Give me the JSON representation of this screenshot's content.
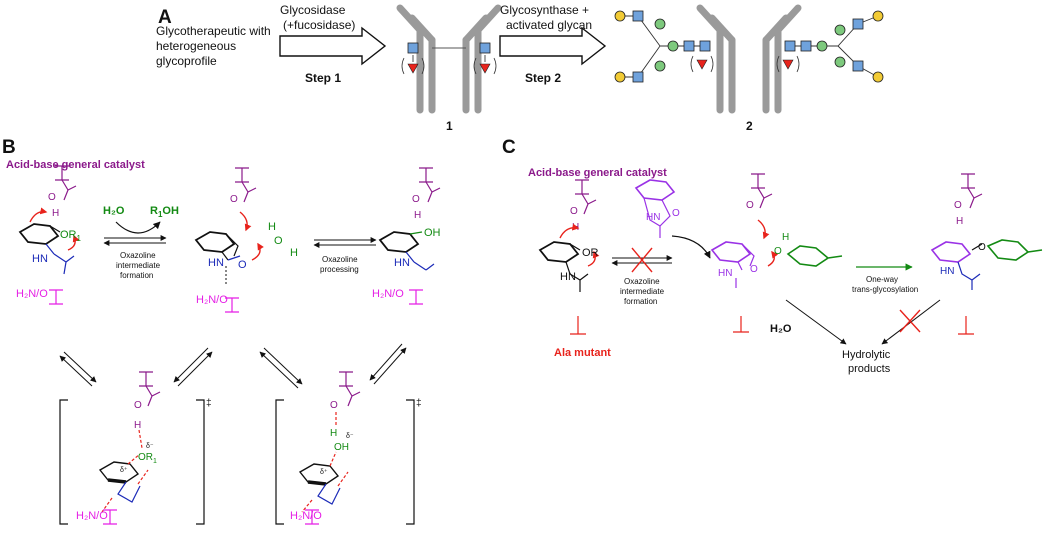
{
  "panel_labels": {
    "a": "A",
    "b": "B",
    "c": "C"
  },
  "colors": {
    "purple": "#8b1a8b",
    "magenta": "#e51fe5",
    "blue": "#1c2bb8",
    "green": "#138a13",
    "red": "#e8231c",
    "violet": "#9a32e6",
    "glcnac": "#6fa2dc",
    "mannose": "#7dc97d",
    "galactose": "#f2cb35",
    "fucose": "#e8231c",
    "antibody": "#9a9a9a"
  },
  "panel_a": {
    "start_label": [
      "Glycotherapeutic with",
      "heterogeneous",
      "glycoprofile"
    ],
    "arrow1_label": [
      "Glycosidase",
      "(+fucosidase)"
    ],
    "arrow1_step": "Step 1",
    "arrow2_label": [
      "Glycosynthase +",
      "activated glycan"
    ],
    "arrow2_step": "Step 2",
    "product1": "1",
    "product2": "2"
  },
  "panel_b": {
    "catalyst_title": "Acid-base general catalyst",
    "water": "H₂O",
    "roh_r": "R",
    "roh_sub": "1",
    "roh_oh": "OH",
    "or1": "OR",
    "or1_sub": "1",
    "hn": "HN",
    "nh2o": "H₂N/O",
    "step1": [
      "Oxazoline",
      "intermediate",
      "formation"
    ],
    "step2": [
      "Oxazoline",
      "processing"
    ],
    "oh": "OH",
    "dagger": "‡",
    "delta_minus": "δ⁻",
    "delta_plus": "δ⁺"
  },
  "panel_c": {
    "catalyst_title": "Acid-base general catalyst",
    "or": "OR",
    "hn": "HN",
    "step1": [
      "Oxazoline",
      "intermediate",
      "formation"
    ],
    "ala_mutant": "Ala mutant",
    "oneway": [
      "One-way",
      "trans-glycosylation"
    ],
    "water": "H₂O",
    "hydrolytic": [
      "Hydrolytic",
      "products"
    ]
  }
}
